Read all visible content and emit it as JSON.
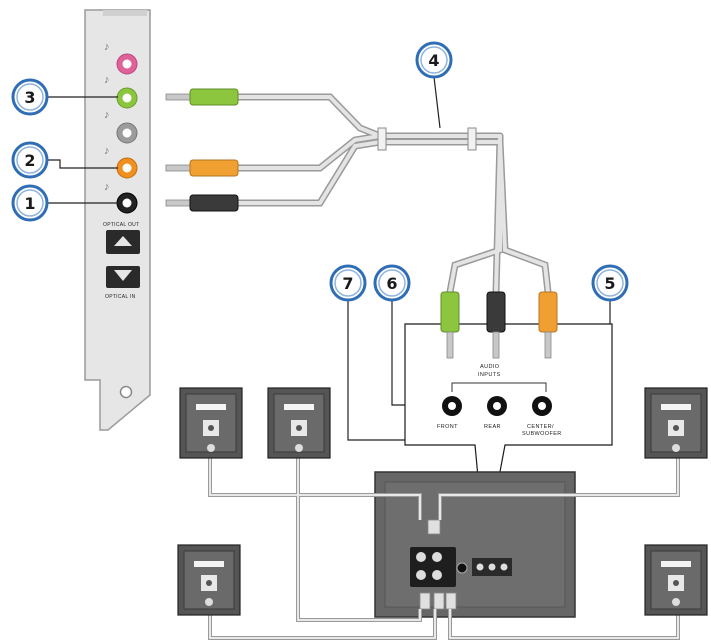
{
  "callouts": [
    {
      "id": "1",
      "label": "1"
    },
    {
      "id": "2",
      "label": "2"
    },
    {
      "id": "3",
      "label": "3"
    },
    {
      "id": "4",
      "label": "4"
    },
    {
      "id": "5",
      "label": "5"
    },
    {
      "id": "6",
      "label": "6"
    },
    {
      "id": "7",
      "label": "7"
    }
  ],
  "sound_card": {
    "optical_out_label": "OPTICAL OUT",
    "optical_in_label": "OPTICAL IN",
    "jack_colors": [
      "#e0609a",
      "#8cc63f",
      "#9c9c9c",
      "#f0901e",
      "#222222"
    ]
  },
  "speaker_panel": {
    "audio_inputs_label_line1": "AUDIO",
    "audio_inputs_label_line2": "INPUTS",
    "front_label": "FRONT",
    "rear_label": "REAR",
    "center_label_line1": "CENTER/",
    "center_label_line2": "SUBWOOFER"
  },
  "colors": {
    "callout_ring": "#2f6db5",
    "green_plug": "#8cc63f",
    "orange_plug": "#f0a030",
    "black_plug": "#3a3a3a",
    "cable": "#cfcfcf",
    "subwoofer_body": "#666666"
  }
}
